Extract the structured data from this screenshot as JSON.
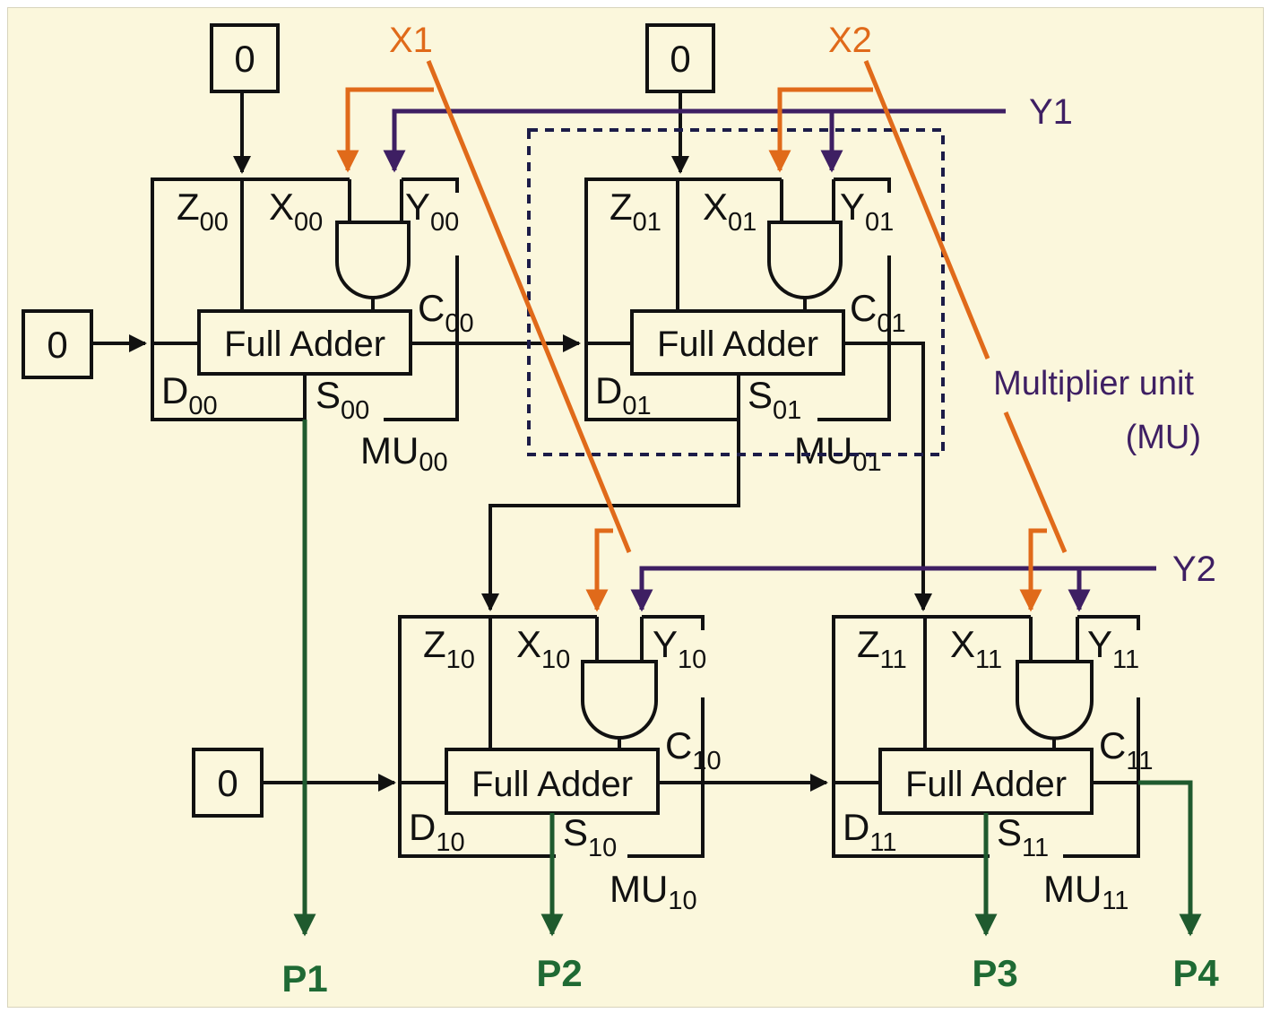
{
  "diagram": {
    "zero_label": "0",
    "inputs": {
      "x1": "X1",
      "x2": "X2",
      "y1": "Y1",
      "y2": "Y2"
    },
    "full_adder_label": "Full Adder",
    "units": [
      {
        "z": "Z",
        "zs": "00",
        "x": "X",
        "xs": "00",
        "y": "Y",
        "ys": "00",
        "c": "C",
        "cs": "00",
        "d": "D",
        "ds": "00",
        "s": "S",
        "ss": "00",
        "mu": "MU",
        "mus": "00"
      },
      {
        "z": "Z",
        "zs": "01",
        "x": "X",
        "xs": "01",
        "y": "Y",
        "ys": "01",
        "c": "C",
        "cs": "01",
        "d": "D",
        "ds": "01",
        "s": "S",
        "ss": "01",
        "mu": "MU",
        "mus": "01"
      },
      {
        "z": "Z",
        "zs": "10",
        "x": "X",
        "xs": "10",
        "y": "Y",
        "ys": "10",
        "c": "C",
        "cs": "10",
        "d": "D",
        "ds": "10",
        "s": "S",
        "ss": "10",
        "mu": "MU",
        "mus": "10"
      },
      {
        "z": "Z",
        "zs": "11",
        "x": "X",
        "xs": "11",
        "y": "Y",
        "ys": "11",
        "c": "C",
        "cs": "11",
        "d": "D",
        "ds": "11",
        "s": "S",
        "ss": "11",
        "mu": "MU",
        "mus": "11"
      }
    ],
    "mu_caption_line1": "Multiplier unit",
    "mu_caption_line2": "(MU)",
    "outputs": [
      "P1",
      "P2",
      "P3",
      "P4"
    ],
    "colors": {
      "x_signal": "#e06a1a",
      "y_signal": "#3e1f63",
      "product_output": "#1f5a2e",
      "wire": "#111111",
      "background": "#fbf7dc"
    }
  }
}
